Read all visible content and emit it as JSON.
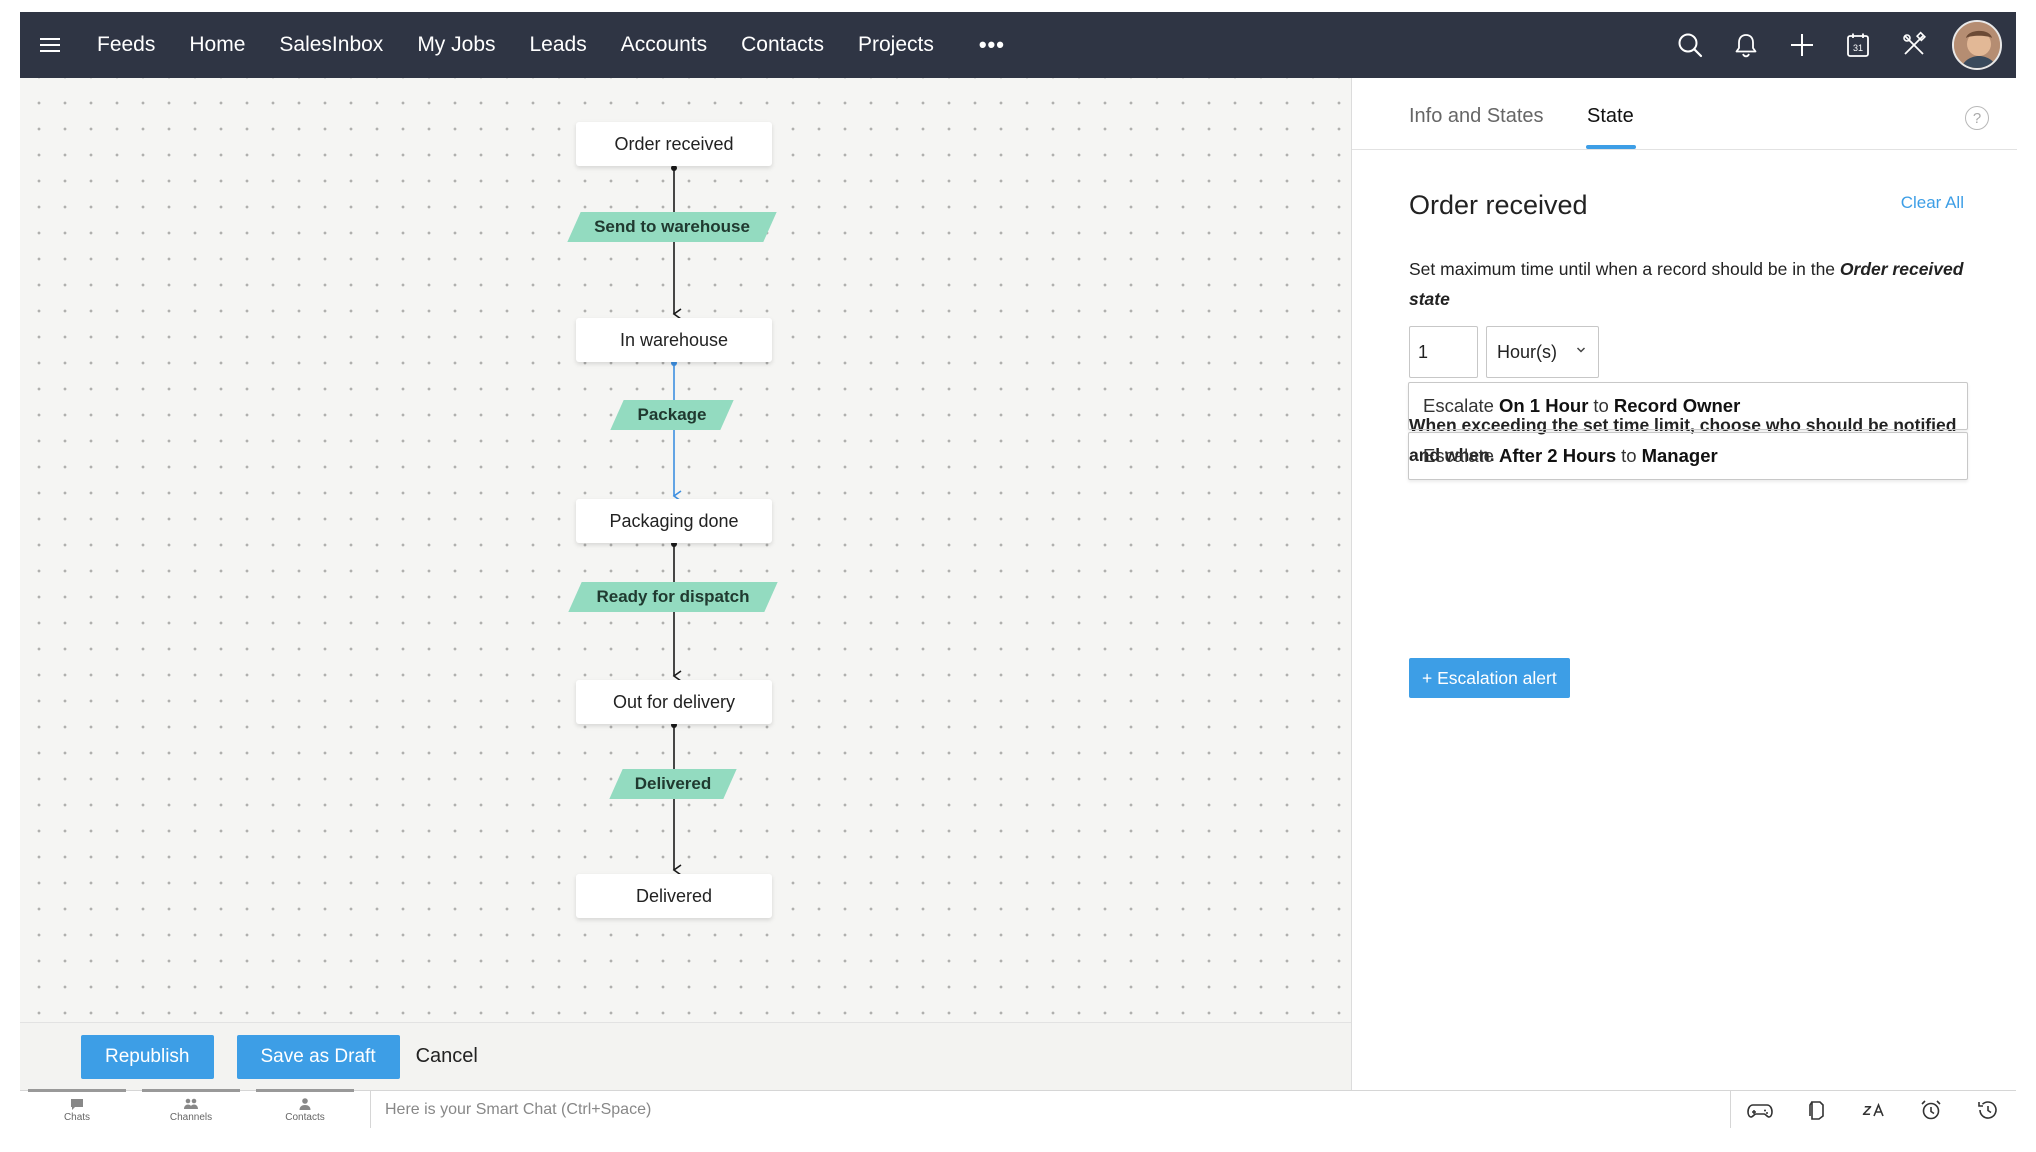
{
  "nav": {
    "items": [
      "Feeds",
      "Home",
      "SalesInbox",
      "My Jobs",
      "Leads",
      "Accounts",
      "Contacts",
      "Projects"
    ],
    "more": "•••",
    "icons": [
      "search-icon",
      "bell-icon",
      "plus-icon",
      "calendar-icon",
      "tools-icon"
    ],
    "calendar_day": "31"
  },
  "canvas": {
    "states": [
      "Order received",
      "In warehouse",
      "Packaging done",
      "Out for delivery",
      "Delivered"
    ],
    "transitions": [
      "Send to warehouse",
      "Package",
      "Ready for dispatch",
      "Delivered"
    ],
    "highlight_transition_index": 1,
    "colors": {
      "transition_fill": "#93dbc0",
      "highlight_line": "#3d8fe0",
      "line": "#1a1a1a"
    }
  },
  "actions": {
    "republish": "Republish",
    "save_draft": "Save as Draft",
    "cancel": "Cancel"
  },
  "panel": {
    "tabs": [
      "Info and States",
      "State"
    ],
    "active_tab": "State",
    "help": "?",
    "title": "Order received",
    "clear_all": "Clear All",
    "desc_prefix": "Set maximum time until when a record should be in the ",
    "desc_em": "Order received state",
    "time_value": "1",
    "time_unit": "Hour(s)",
    "notify_text": "When exceeding the set time limit, choose who should be notified and when.",
    "rules": [
      {
        "prefix": "Escalate",
        "when": "On 1 Hour",
        "connector": "to",
        "who": "Record Owner"
      },
      {
        "prefix": "Escalate",
        "when": "After 2 Hours",
        "connector": "to",
        "who": "Manager"
      }
    ],
    "add_alert": "+ Escalation alert"
  },
  "footer": {
    "tabs": [
      "Chats",
      "Channels",
      "Contacts"
    ],
    "smart_chat_placeholder": "Here is your Smart Chat (Ctrl+Space)",
    "icons": [
      "gamepad-icon",
      "notes-icon",
      "translate-icon",
      "alarm-icon",
      "history-icon"
    ]
  }
}
